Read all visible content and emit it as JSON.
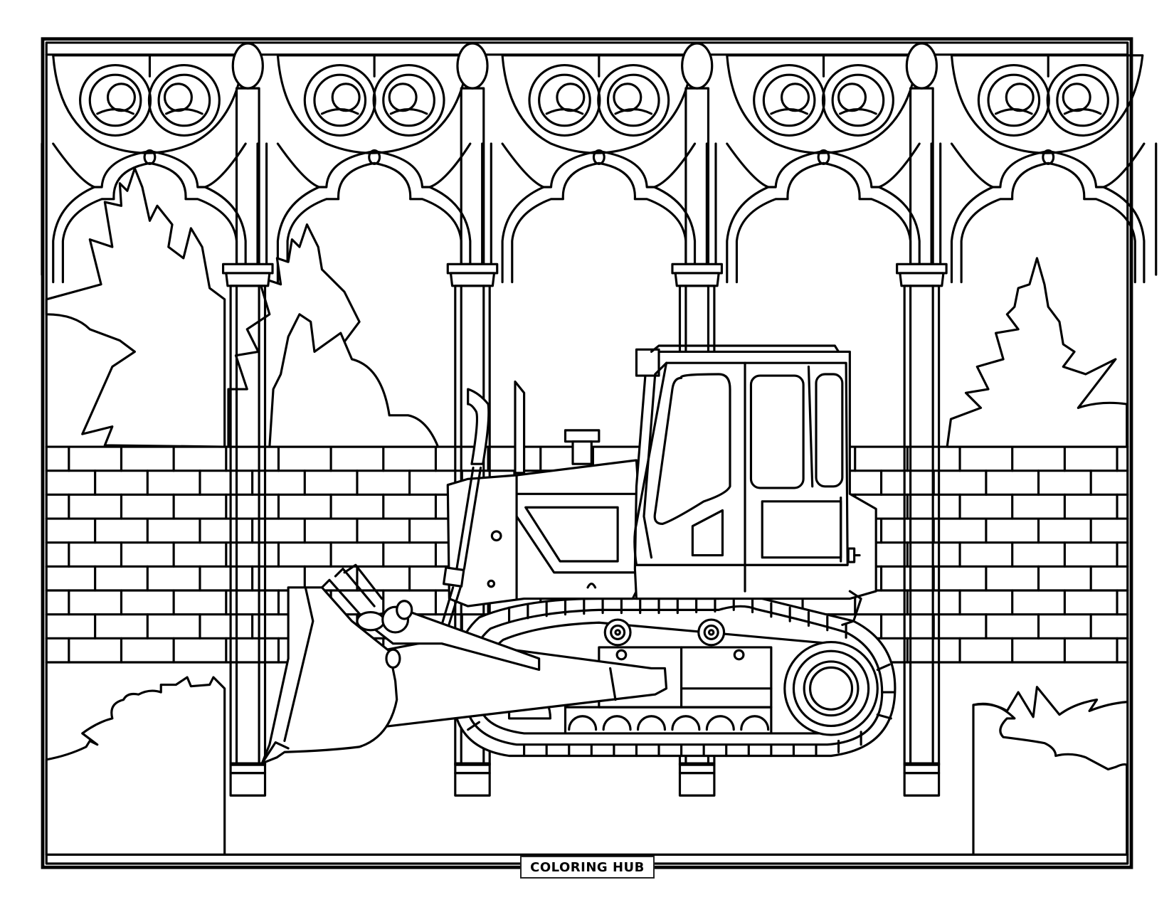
{
  "page": {
    "type": "coloring-page",
    "subject": "bulldozer in front of gothic arcade and brick wall",
    "background_color": "#ffffff",
    "line_color": "#000000"
  },
  "watermark": {
    "label": "COLORING HUB"
  },
  "scene": {
    "arch_bays": 5,
    "pillars": 4,
    "elements": [
      "gothic-arches",
      "brick-wall",
      "pine-trees",
      "bushes",
      "bulldozer"
    ]
  }
}
